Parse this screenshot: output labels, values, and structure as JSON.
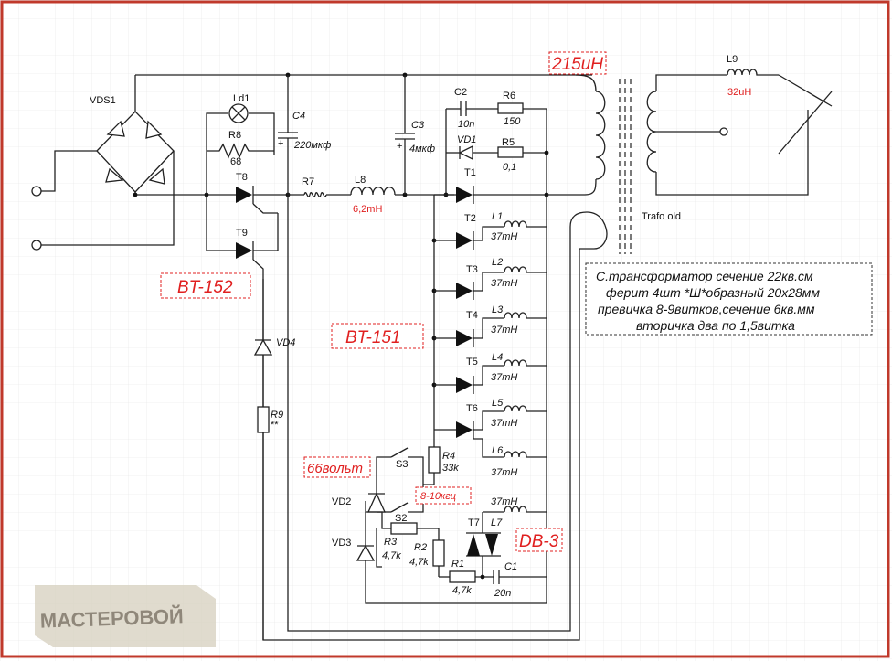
{
  "labels": {
    "vds1": "VDS1",
    "lamp": "Ld1",
    "r8": "R8",
    "r8_val": "68",
    "t8": "T8",
    "t9": "T9",
    "c4": "C4",
    "c4_val": "220мкф",
    "r7": "R7",
    "l8": "L8",
    "l8_val": "6,2mH",
    "c3": "C3",
    "c3_val": "4мкф",
    "c2": "C2",
    "c2_val": "10n",
    "r6": "R6",
    "r6_val": "150",
    "vd1": "VD1",
    "r5": "R5",
    "r5_val": "0,1",
    "t1": "T1",
    "t2": "T2",
    "l1": "L1",
    "l1_val": "37mH",
    "t3": "T3",
    "l2": "L2",
    "l2_val": "37mH",
    "t4": "T4",
    "l3": "L3",
    "l3_val": "37mH",
    "t5": "T5",
    "l4": "L4",
    "l4_val": "37mH",
    "t6": "T6",
    "l5": "L5",
    "l5_val": "37mH",
    "l6": "L6",
    "l6_val": "37mH",
    "l7_top": "37mH",
    "t7": "T7",
    "l7": "L7",
    "vd4": "VD4",
    "r9": "R9",
    "r9_mark": "**",
    "r4": "R4",
    "r4_val": "33k",
    "s3": "S3",
    "s2": "S2",
    "vd2": "VD2",
    "vd3": "VD3",
    "r3": "R3",
    "r3_val": "4,7k",
    "r2": "R2",
    "r2_val": "4,7k",
    "r1": "R1",
    "r1_val": "4,7k",
    "c1": "C1",
    "c1_val": "20n",
    "l9": "L9",
    "l9_val": "32uH",
    "trafo": "Trafo old",
    "plus_c4": "+",
    "plus_c3": "+"
  },
  "callouts": {
    "bt152": "BT-152",
    "bt151": "BT-151",
    "volt66": "66вольт",
    "freq": "8-10кгц",
    "db3": "DB-3",
    "uh215": "215uH"
  },
  "note": {
    "line1": "С.трансформатор сечение 22кв.см",
    "line2": "ферит 4шт *Ш*образный 20х28мм",
    "line3": "превичка 8-9витков,сечение 6кв.мм",
    "line4": "вторичка два по 1,5витка"
  },
  "watermark": "МАСТЕРОВОЙ",
  "colors": {
    "accent_red": "#e02020",
    "wire": "#222222",
    "frame": "#c0392b"
  }
}
